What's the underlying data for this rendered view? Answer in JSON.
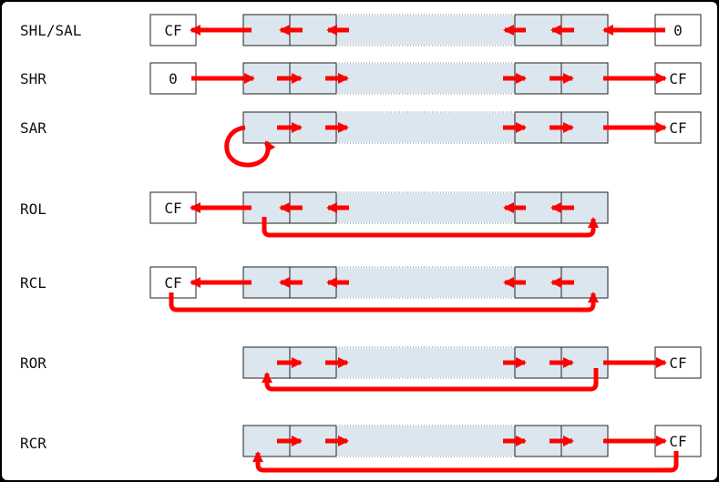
{
  "colors": {
    "arrow": "#ff0000",
    "cell_fill": "#dce6ef",
    "border": "#222222",
    "panel": "#ffffff",
    "background": "#000000"
  },
  "rows": [
    {
      "name": "SHL/SAL",
      "left_box": "CF",
      "right_box": "0"
    },
    {
      "name": "SHR",
      "left_box": "0",
      "right_box": "CF"
    },
    {
      "name": "SAR",
      "left_box": "",
      "right_box": "CF"
    },
    {
      "name": "ROL",
      "left_box": "CF",
      "right_box": ""
    },
    {
      "name": "RCL",
      "left_box": "CF",
      "right_box": ""
    },
    {
      "name": "ROR",
      "left_box": "",
      "right_box": "CF"
    },
    {
      "name": "RCR",
      "left_box": "",
      "right_box": "CF"
    }
  ]
}
